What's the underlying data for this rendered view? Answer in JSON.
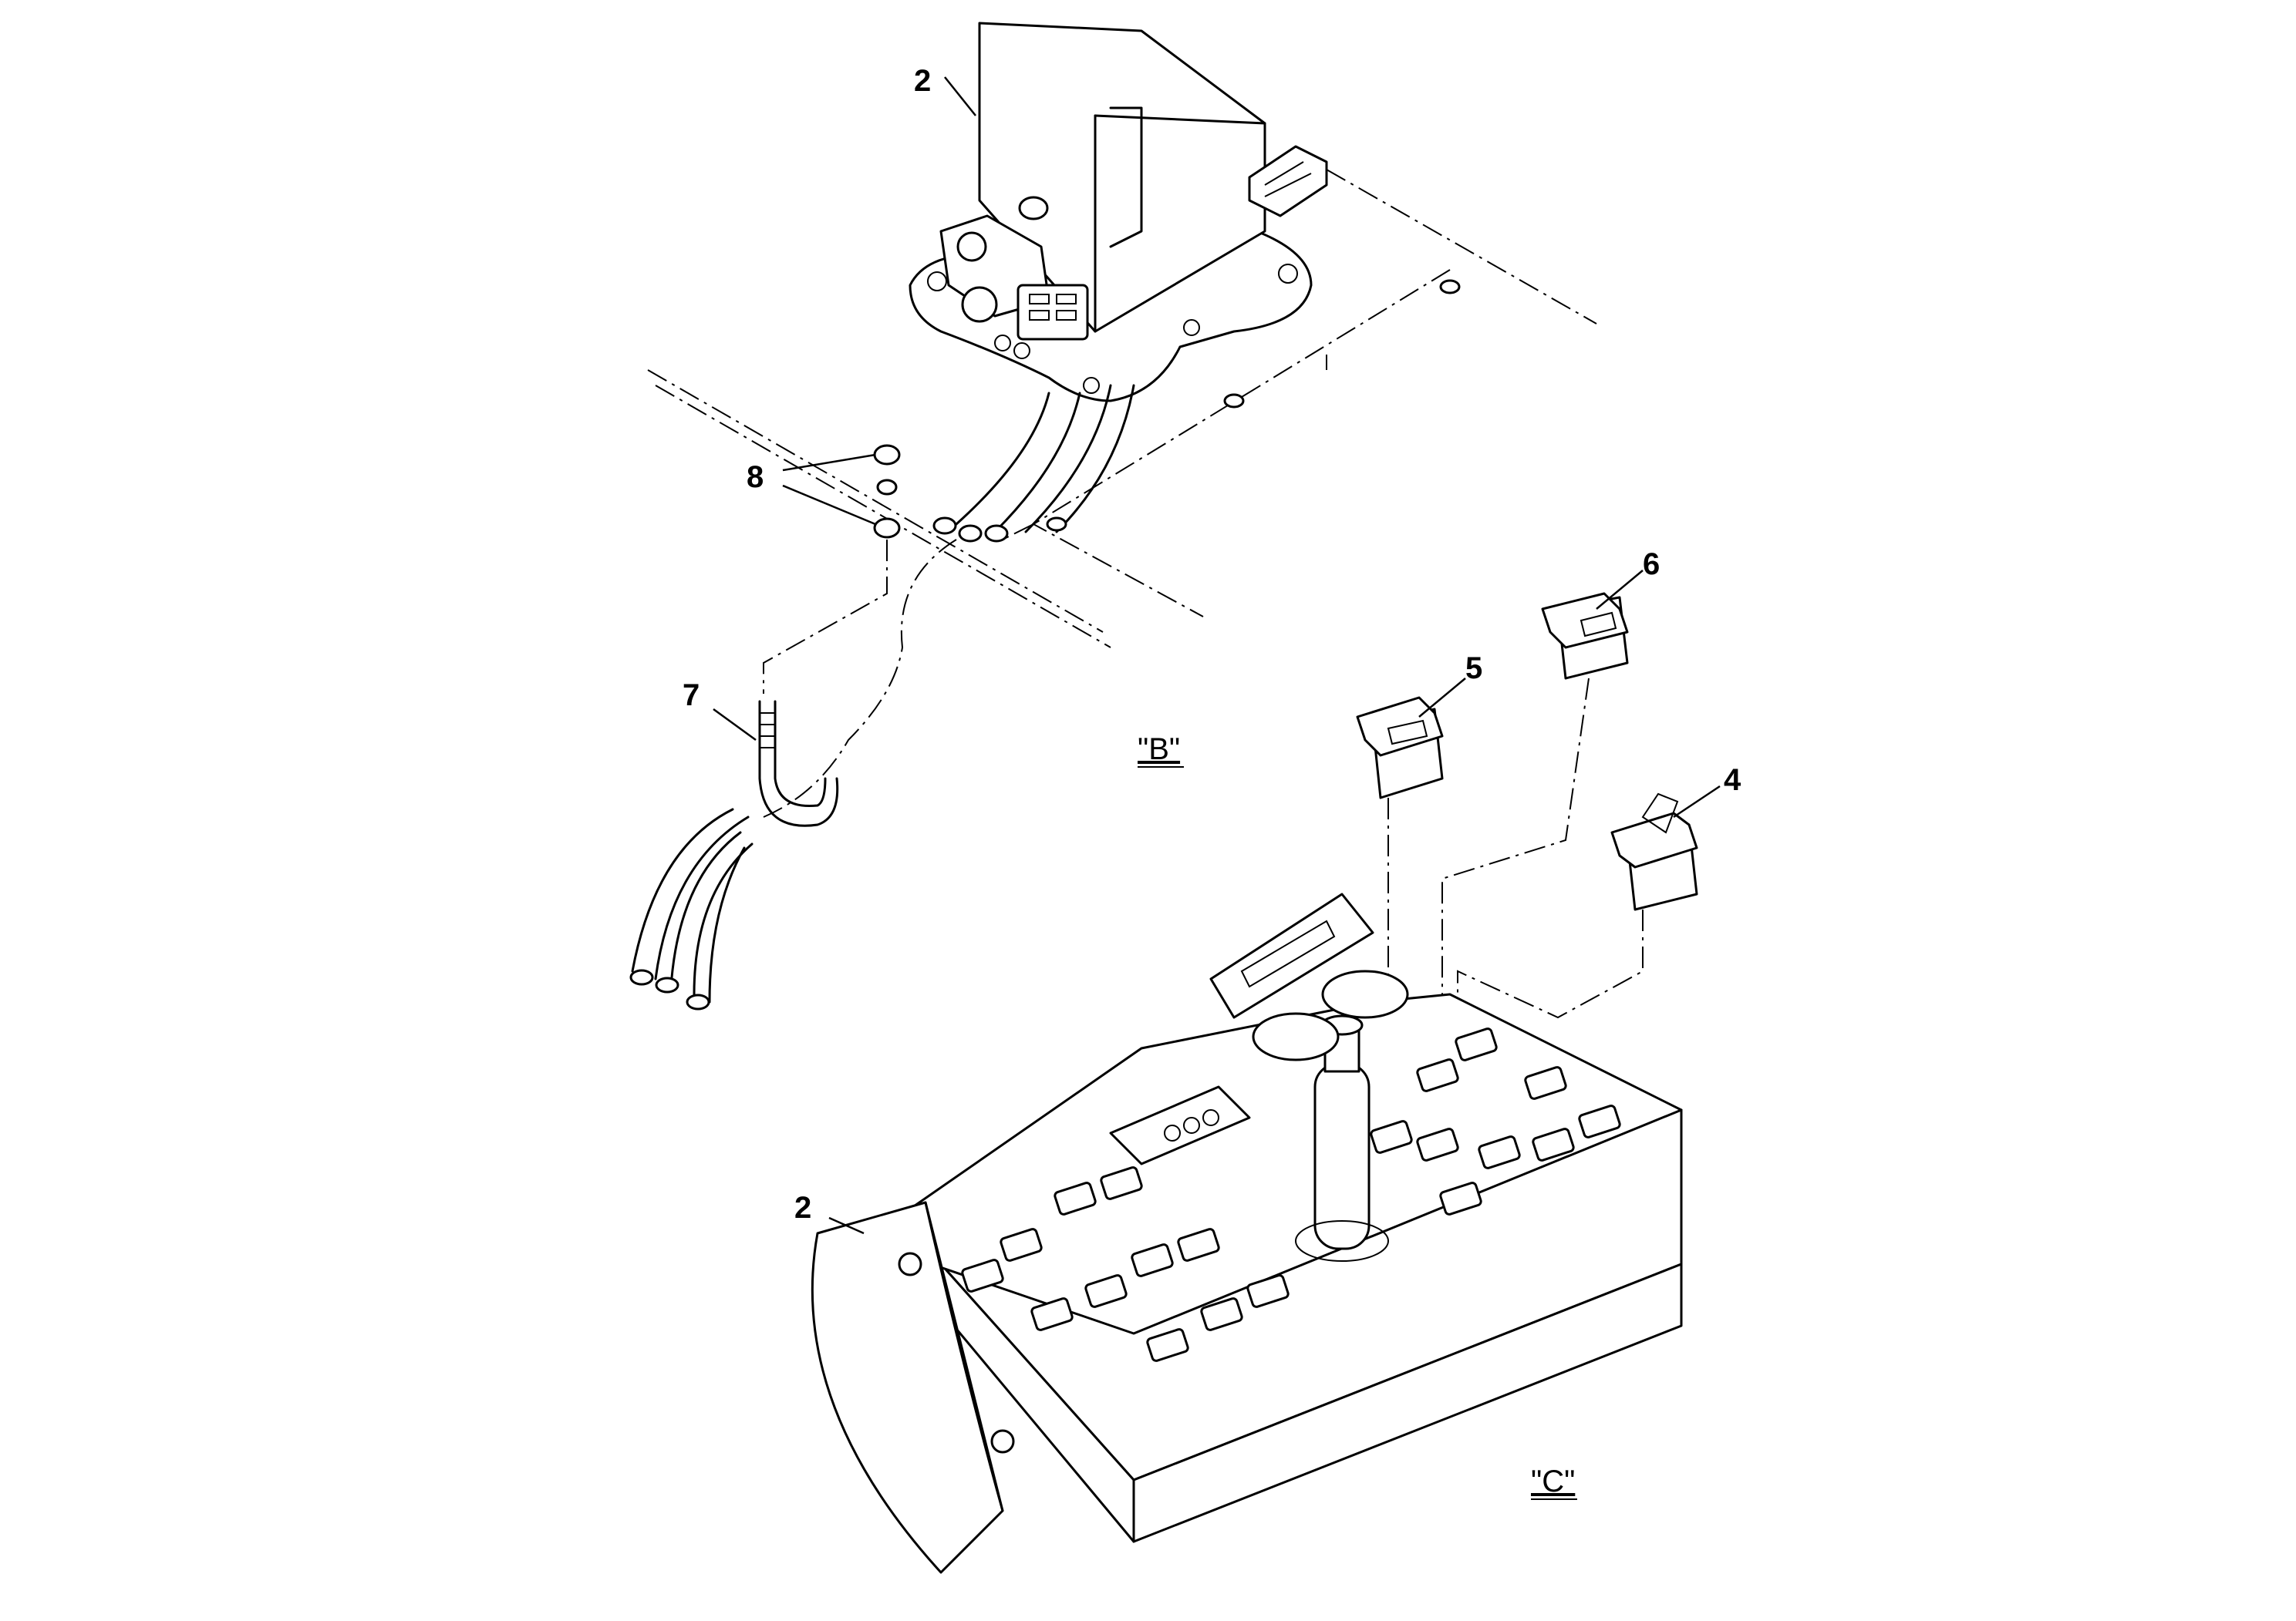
{
  "callouts": {
    "c2_top": "2",
    "c8": "8",
    "c7": "7",
    "c6": "6",
    "c5": "5",
    "c4": "4",
    "c2_bottom": "2"
  },
  "views": {
    "b": "\"B\"",
    "c": "\"C\""
  }
}
